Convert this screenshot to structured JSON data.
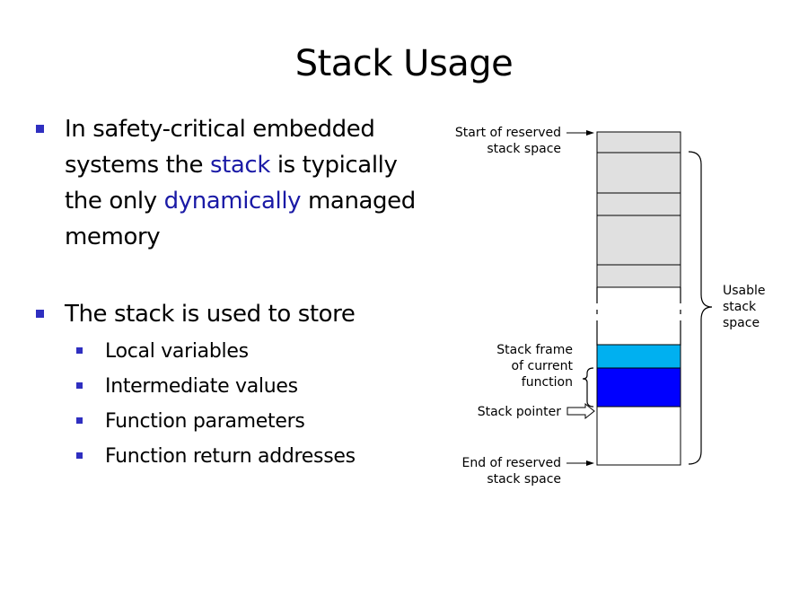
{
  "slide": {
    "title": "Stack Usage"
  },
  "bullets": {
    "first": {
      "line1": "In safety-critical embedded",
      "line2_pre": "systems the ",
      "line2_hl": "stack",
      "line2_post": " is typically",
      "line3_pre": "the only ",
      "line3_hl": "dynamically",
      "line3_post": " managed",
      "line4": "memory"
    },
    "second": {
      "text": "The stack is used to store",
      "subitems": [
        "Local variables",
        "Intermediate values",
        "Function parameters",
        "Function return addresses"
      ]
    }
  },
  "diagram": {
    "labels": {
      "start_1": "Start of reserved",
      "start_2": "stack space",
      "usable_1": "Usable",
      "usable_2": "stack",
      "usable_3": "space",
      "frame_1": "Stack frame",
      "frame_2": "of current",
      "frame_3": "function",
      "pointer": "Stack pointer",
      "end_1": "End of reserved",
      "end_2": "stack space"
    },
    "colors": {
      "unused_block": "#e0e0e0",
      "previous_frame": "#00b0f0",
      "current_frame": "#0000ff",
      "bullet": "#2f2fc0",
      "highlight_text": "#1a1aa6"
    }
  }
}
